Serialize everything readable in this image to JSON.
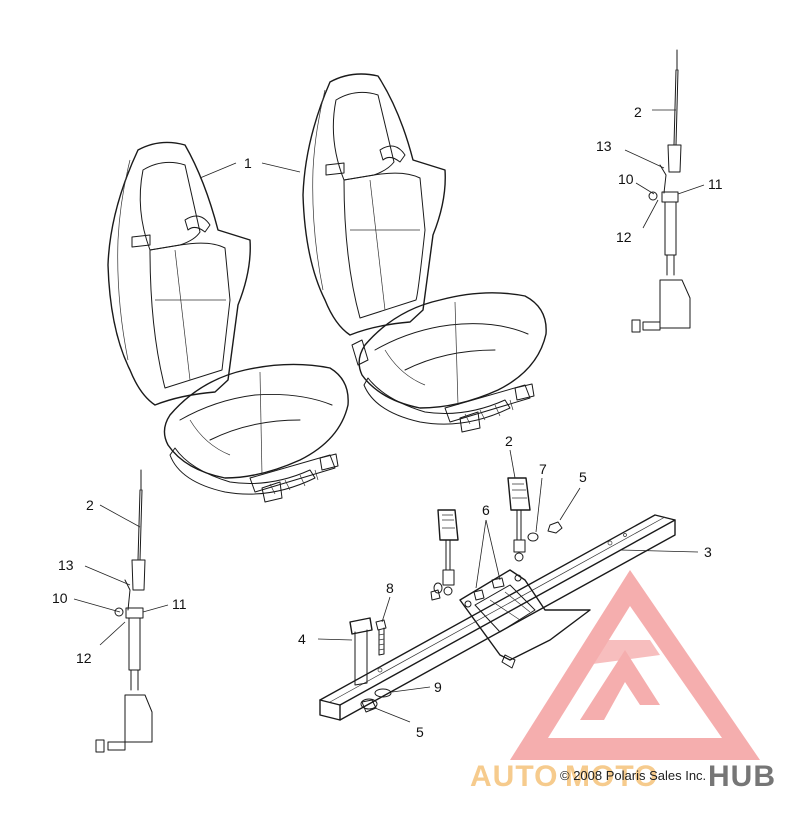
{
  "callouts": {
    "c1": "1",
    "c2a": "2",
    "c13a": "13",
    "c10a": "10",
    "c11a": "11",
    "c12a": "12",
    "c2b": "2",
    "c13b": "13",
    "c10b": "10",
    "c11b": "11",
    "c12b": "12",
    "c2c": "2",
    "c7": "7",
    "c5a": "5",
    "c6": "6",
    "c3": "3",
    "c8": "8",
    "c4": "4",
    "c9": "9",
    "c5b": "5"
  },
  "copyright": "© 2008 Polaris Sales Inc.",
  "watermark": {
    "brand_left": "AUTO",
    "brand_mid": "MOTO",
    "brand_right": "HUB",
    "color_primary": "#f08080",
    "color_accent": "#f5c27a",
    "color_dark": "#555555"
  }
}
